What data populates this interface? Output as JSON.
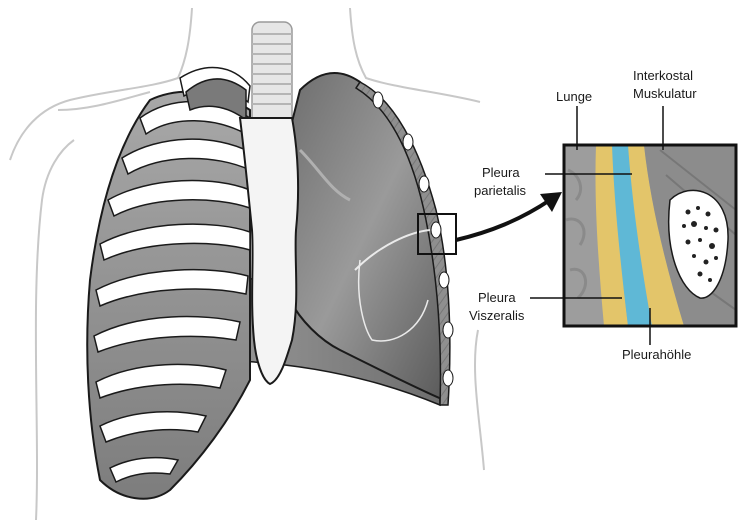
{
  "labels": {
    "lunge": "Lunge",
    "interkostal_line1": "Interkostal",
    "interkostal_line2": "Muskulatur",
    "pleura_parietalis_line1": "Pleura",
    "pleura_parietalis_line2": "parietalis",
    "pleura_viszeralis_line1": "Pleura",
    "pleura_viszeralis_line2": "Viszeralis",
    "pleurahoehle": "Pleurahöhle"
  },
  "colors": {
    "pleura_parietalis": "#e3c56a",
    "pleura_viszeralis": "#e3c56a",
    "pleurahoehle": "#5fb8d6",
    "lung_tissue": "#8a8a8a",
    "bone": "#ffffff",
    "outline": "#1a1a1a"
  }
}
